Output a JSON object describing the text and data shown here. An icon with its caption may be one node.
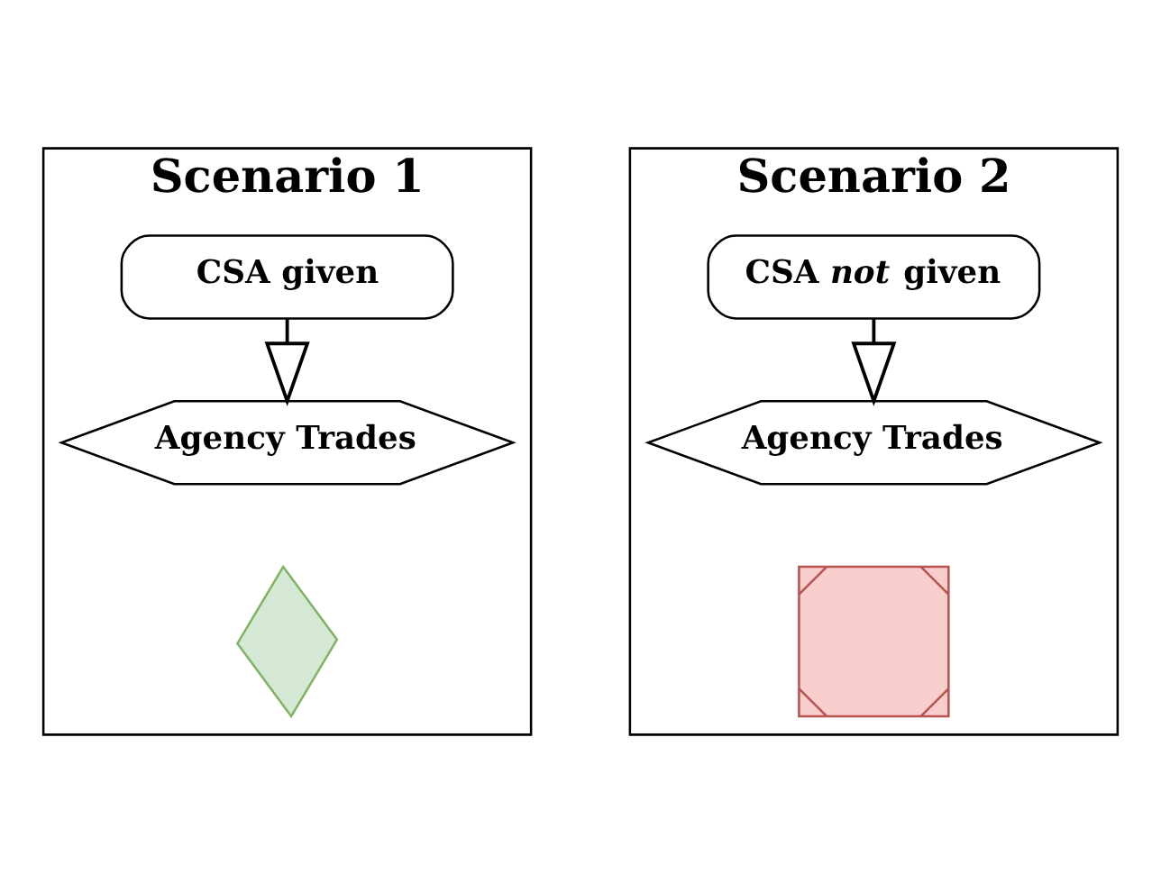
{
  "diagram": {
    "nodes": [
      {
        "text": [
          "Scenario 1"
        ]
      },
      {
        "text": [
          "CSA given"
        ],
        "in": 0
      },
      {
        "text": [
          "Agency Trades"
        ],
        "in": 0
      },
      {
        "text": [],
        "shape": "check",
        "in": 0
      },
      {
        "text": [
          "Scenario 2"
        ]
      },
      {
        "text": [
          "CSA *not* given"
        ],
        "in": 4
      },
      {
        "text": [
          "Agency Trades"
        ],
        "in": 4
      },
      {
        "text": [],
        "shape": "cross",
        "in": 4
      }
    ],
    "edges": [
      {
        "from": 1,
        "to": 2,
        "arrow": "to"
      },
      {
        "from": 5,
        "to": 6,
        "arrow": "to"
      }
    ]
  }
}
